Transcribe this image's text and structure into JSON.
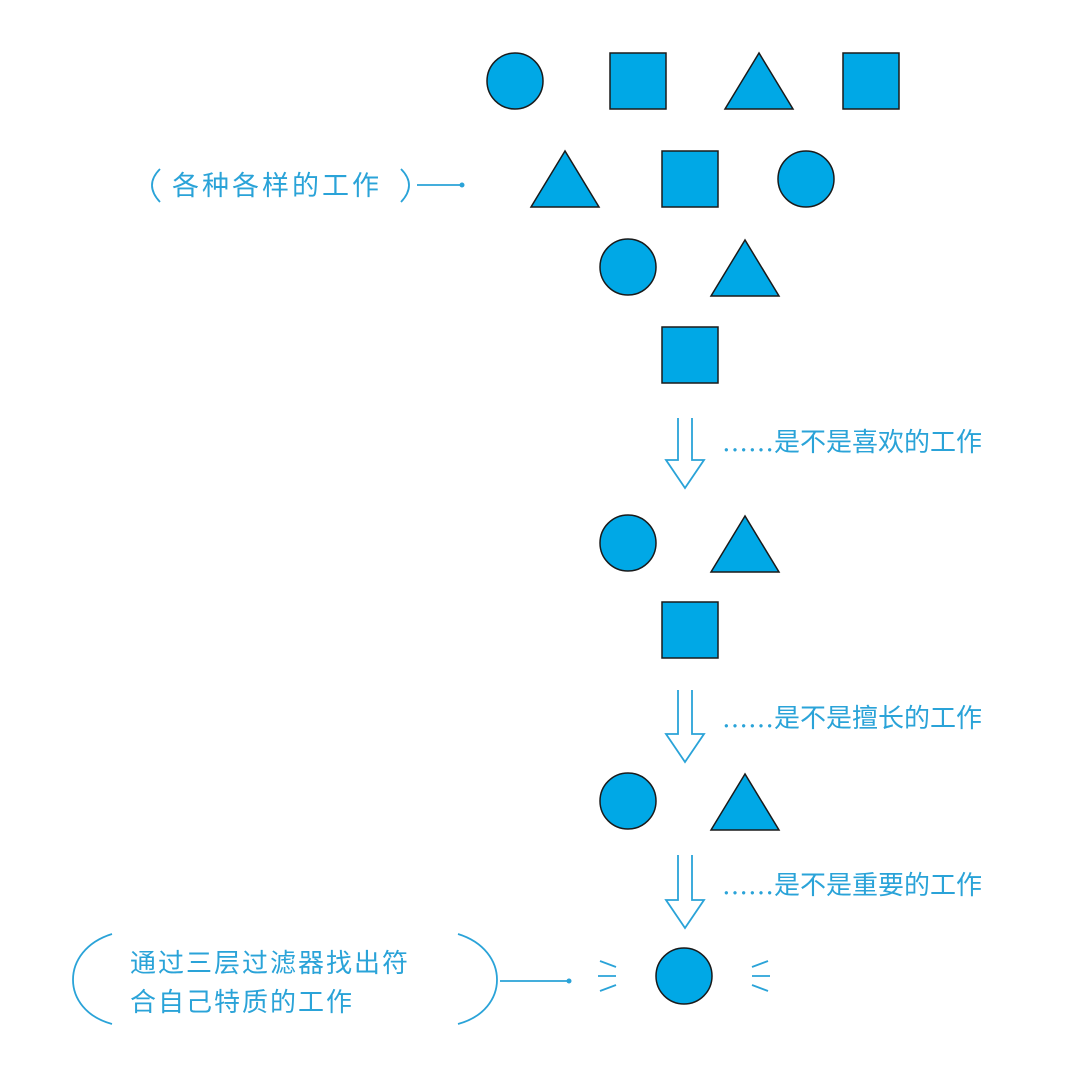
{
  "colors": {
    "shape_fill": "#00a8e6",
    "shape_stroke": "#1a1a1a",
    "accent": "#2aa3d8",
    "text": "#2aa3d8"
  },
  "labels": {
    "all_jobs": "各种各样的工作",
    "filter1": "……是不是喜欢的工作",
    "filter2": "……是不是擅长的工作",
    "filter3": "……是不是重要的工作",
    "result_line1": "通过三层过滤器找出符",
    "result_line2": "合自己特质的工作"
  },
  "stages": [
    {
      "name": "all-jobs",
      "rows": [
        [
          "circle",
          "square",
          "triangle",
          "square"
        ],
        [
          "triangle",
          "square",
          "circle"
        ],
        [
          "circle",
          "triangle"
        ],
        [
          "square"
        ]
      ]
    },
    {
      "name": "liked-jobs",
      "rows": [
        [
          "circle",
          "triangle"
        ],
        [
          "square"
        ]
      ]
    },
    {
      "name": "good-at-jobs",
      "rows": [
        [
          "circle",
          "triangle"
        ]
      ]
    },
    {
      "name": "result-job",
      "rows": [
        [
          "circle"
        ]
      ]
    }
  ]
}
